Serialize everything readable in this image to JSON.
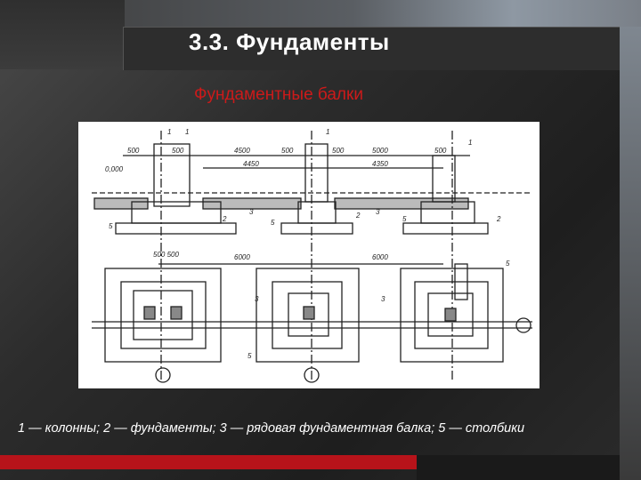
{
  "slide": {
    "title": "3.3. Фундаменты",
    "subtitle": "Фундаментные балки",
    "caption": "1 — колонны; 2 — фундаменты; 3 — рядовая фундаментная балка; 5 — столбики"
  },
  "diagram": {
    "dims_top": [
      "500",
      "500",
      "4500",
      "500",
      "500",
      "5000",
      "500"
    ],
    "dims_second": [
      "4450",
      "4350"
    ],
    "level_mark": "0,000",
    "dims_plan_small": "500 500",
    "dims_plan": [
      "6000",
      "6000"
    ],
    "callouts": [
      "1",
      "1",
      "1",
      "1",
      "2",
      "2",
      "2",
      "3",
      "3",
      "3",
      "3",
      "5",
      "5",
      "5",
      "5",
      "5"
    ]
  },
  "colors": {
    "accent": "#cc1a1a",
    "title": "#ffffff",
    "footer": "#b7131a"
  }
}
